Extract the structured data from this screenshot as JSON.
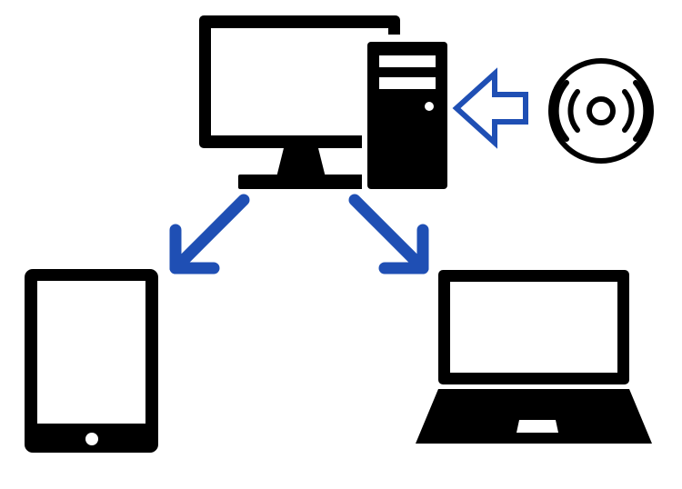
{
  "diagram": {
    "nodes": [
      {
        "id": "desktop-computer",
        "icon": "desktop-computer-icon"
      },
      {
        "id": "optical-disc",
        "icon": "disc-icon"
      },
      {
        "id": "tablet",
        "icon": "tablet-icon"
      },
      {
        "id": "laptop",
        "icon": "laptop-icon"
      }
    ],
    "edges": [
      {
        "from": "optical-disc",
        "to": "desktop-computer",
        "style": "hollow-arrow"
      },
      {
        "from": "desktop-computer",
        "to": "tablet",
        "style": "arrow"
      },
      {
        "from": "desktop-computer",
        "to": "laptop",
        "style": "arrow"
      }
    ]
  },
  "colors": {
    "icon": "#000000",
    "arrow": "#1f4fb4",
    "background": "#ffffff"
  }
}
